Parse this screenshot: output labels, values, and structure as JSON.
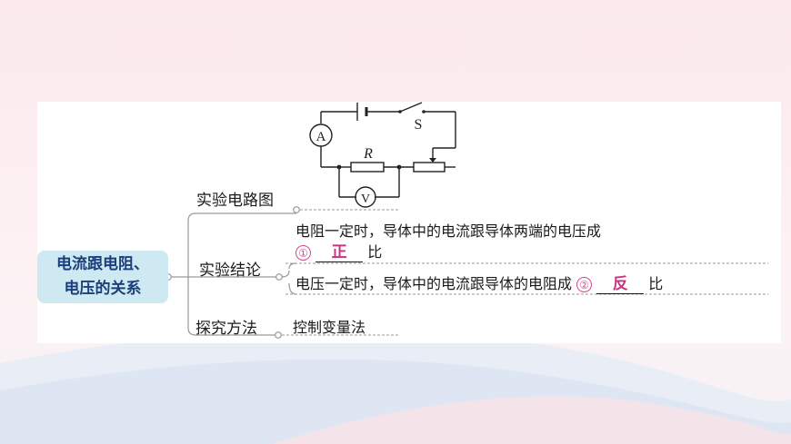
{
  "mindmap": {
    "root_lines": [
      "电流跟电阻、",
      "电压的关系"
    ],
    "branches": {
      "circuit_diagram": {
        "label": "实验电路图"
      },
      "conclusion": {
        "label": "实验结论",
        "item1": {
          "text_before": "电阻一定时，导体中的电流跟导体两端的电压成",
          "marker": "①",
          "answer": "正",
          "text_after": "比"
        },
        "item2": {
          "text_before": "电压一定时，导体中的电流跟导体的电阻成",
          "marker": "②",
          "answer": "反",
          "text_after": "比"
        }
      },
      "method": {
        "label": "探究方法",
        "value": "控制变量法"
      }
    }
  },
  "circuit": {
    "ammeter": "A",
    "voltmeter": "V",
    "switch": "S",
    "resistor": "R"
  },
  "colors": {
    "root_fill": "#cfe9f3",
    "root_text": "#1a3f7a",
    "answer_pink": "#c8347f",
    "marker_pink": "#d14b8f",
    "connector": "#9a9a9a"
  }
}
